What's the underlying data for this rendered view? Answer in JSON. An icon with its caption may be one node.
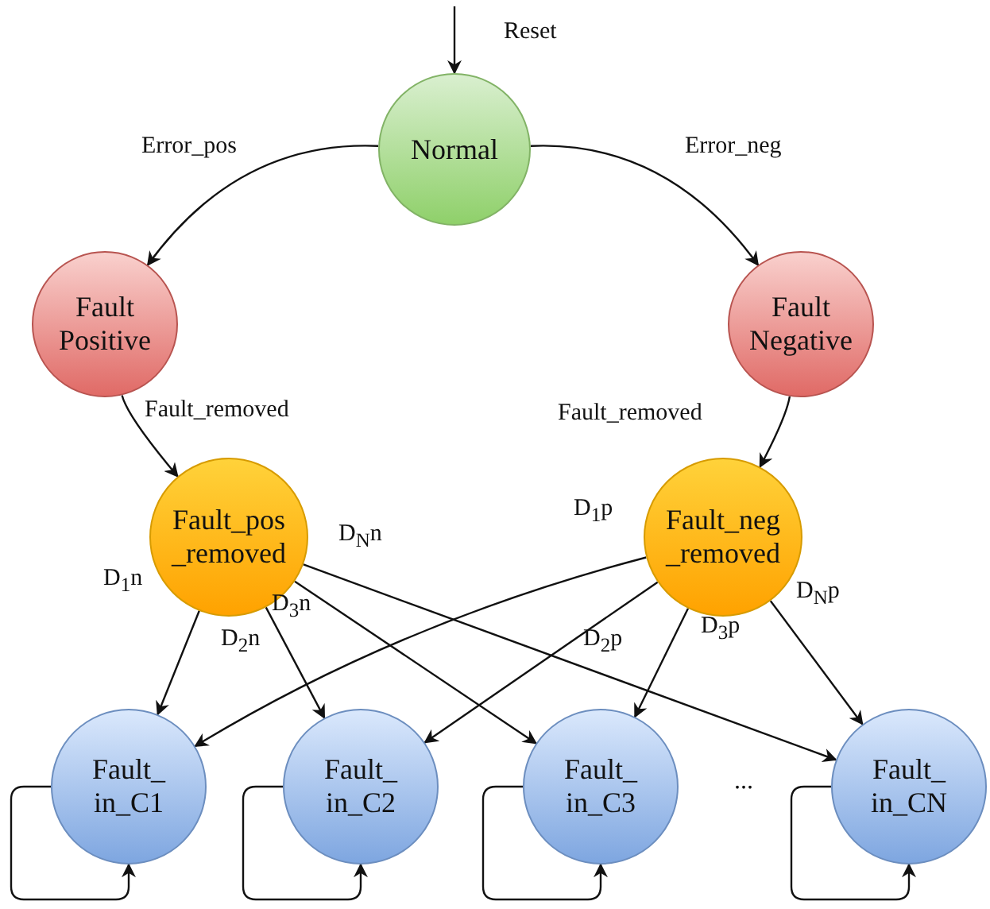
{
  "diagram": {
    "nodes": [
      {
        "text": [
          "Normal"
        ]
      },
      {
        "text": [
          "Fault Positive"
        ]
      },
      {
        "text": [
          "Fault Negative"
        ]
      },
      {
        "text": [
          "Fault_pos _removed"
        ]
      },
      {
        "text": [
          "Fault_neg _removed"
        ]
      },
      {
        "text": [
          "Fault_ in_C1"
        ]
      },
      {
        "text": [
          "Fault_ in_C2"
        ]
      },
      {
        "text": [
          "Fault_ in_C3"
        ]
      },
      {
        "text": [
          "Fault_ in_CN"
        ]
      }
    ],
    "edges": [
      {
        "from": null,
        "to": 0,
        "arrow": "to",
        "label": "Reset"
      },
      {
        "from": 0,
        "to": 1,
        "arrow": "to",
        "label": "Error_pos"
      },
      {
        "from": 0,
        "to": 2,
        "arrow": "to",
        "label": "Error_neg"
      },
      {
        "from": 1,
        "to": 3,
        "arrow": "to",
        "label": "Fault_removed"
      },
      {
        "from": 2,
        "to": 4,
        "arrow": "to",
        "label": "Fault_removed"
      },
      {
        "from": 3,
        "to": 5,
        "arrow": "to",
        "label": "D$_{1}$n"
      },
      {
        "from": 3,
        "to": 6,
        "arrow": "to",
        "label": "D$_{2}$n"
      },
      {
        "from": 3,
        "to": 7,
        "arrow": "to",
        "label": "D$_{3}$n"
      },
      {
        "from": 3,
        "to": 8,
        "arrow": "to",
        "label": "D$_{N}$n"
      },
      {
        "from": 4,
        "to": 5,
        "arrow": "to",
        "label": "D$_{1}$p"
      },
      {
        "from": 4,
        "to": 6,
        "arrow": "to",
        "label": "D$_{2}$p"
      },
      {
        "from": 4,
        "to": 7,
        "arrow": "to",
        "label": "D$_{3}$p"
      },
      {
        "from": 4,
        "to": 8,
        "arrow": "to",
        "label": "D$_{N}$p"
      },
      {
        "from": 5,
        "to": 5,
        "arrow": "to"
      },
      {
        "from": 6,
        "to": 6,
        "arrow": "to"
      },
      {
        "from": 7,
        "to": 7,
        "arrow": "to"
      },
      {
        "from": 8,
        "to": 8,
        "arrow": "to"
      }
    ],
    "labels": [
      "..."
    ]
  }
}
